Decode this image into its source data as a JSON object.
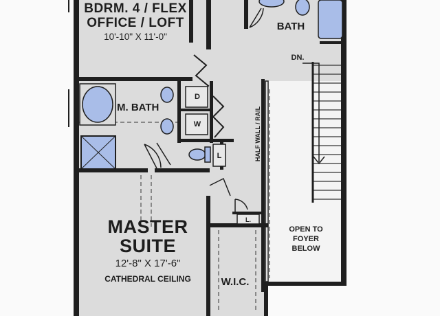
{
  "rooms": {
    "bedroom4": {
      "line1": "BDRM. 4 / FLEX",
      "line2": "OFFICE / LOFT",
      "dims": "10'-10\" X 11'-0\""
    },
    "bath": {
      "name": "BATH"
    },
    "master_bath": {
      "name": "M. BATH"
    },
    "master_suite": {
      "line1": "MASTER",
      "line2": "SUITE",
      "dims": "12'-8\" X 17'-6\"",
      "note": "CATHEDRAL CEILING"
    },
    "wic": {
      "name": "W.I.C."
    },
    "open_to_foyer": {
      "line1": "OPEN TO",
      "line2": "FOYER",
      "line3": "BELOW"
    }
  },
  "fixtures": {
    "dryer": "D",
    "washer": "W",
    "linen_1": "L",
    "linen_2": "L."
  },
  "annotations": {
    "stair_down": "DN.",
    "half_wall": "HALF WALL / RAIL"
  },
  "colors": {
    "wall": "#1f1f1f",
    "floor": "#dcdcdc",
    "fixture": "#a9bde8"
  }
}
